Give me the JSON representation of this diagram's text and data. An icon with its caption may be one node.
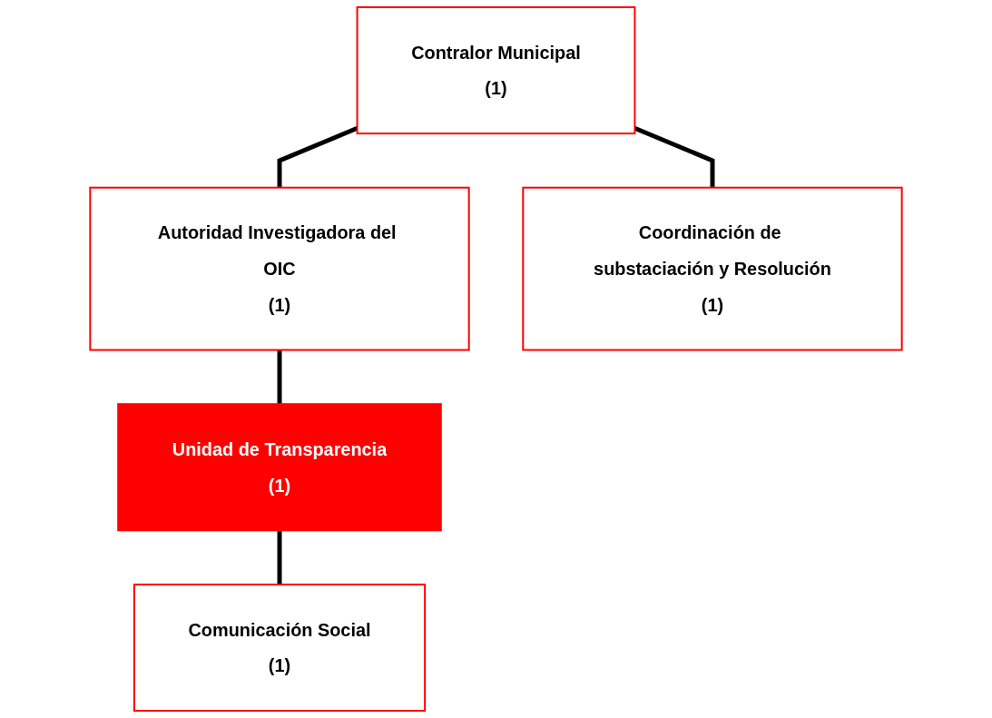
{
  "diagram": {
    "nodes": [
      {
        "text": [
          "Contralor Municipal",
          "(1)"
        ]
      },
      {
        "text": [
          "Autoridad Investigadora del OIC",
          "(1)"
        ]
      },
      {
        "text": [
          "Coordinación de substaciación y Resolución",
          "(1)"
        ]
      },
      {
        "text": [
          "Unidad de Transparencia",
          "(1)"
        ]
      },
      {
        "text": [
          "Comunicación Social",
          "(1)"
        ]
      }
    ],
    "edges": [
      {
        "from": 0,
        "to": 1,
        "arrow": "none"
      },
      {
        "from": 0,
        "to": 2,
        "arrow": "none"
      },
      {
        "from": 1,
        "to": 3,
        "arrow": "none"
      },
      {
        "from": 3,
        "to": 4,
        "arrow": "none"
      }
    ]
  }
}
